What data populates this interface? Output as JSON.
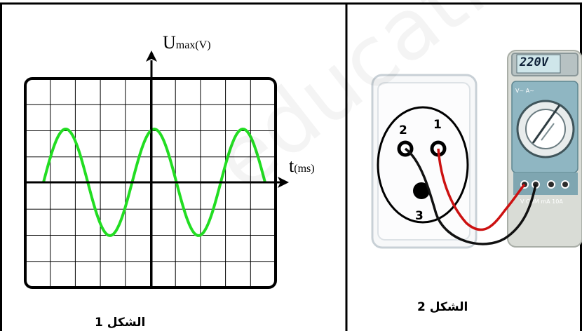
{
  "figure1": {
    "y_axis_label": "U",
    "y_axis_subscript": "max",
    "y_axis_unit": "(V)",
    "x_axis_label": "t",
    "x_axis_unit": "(ms)",
    "caption": "الشكل 1",
    "waveform_color": "#22dd22",
    "grid_color": "#000000"
  },
  "figure2": {
    "meter_reading": "220V",
    "socket_hole_labels": [
      "1",
      "2",
      "3"
    ],
    "caption": "الشكل 2",
    "lead_colors": {
      "red": "#cc1111",
      "black": "#111111"
    }
  },
  "watermark_text": "education"
}
